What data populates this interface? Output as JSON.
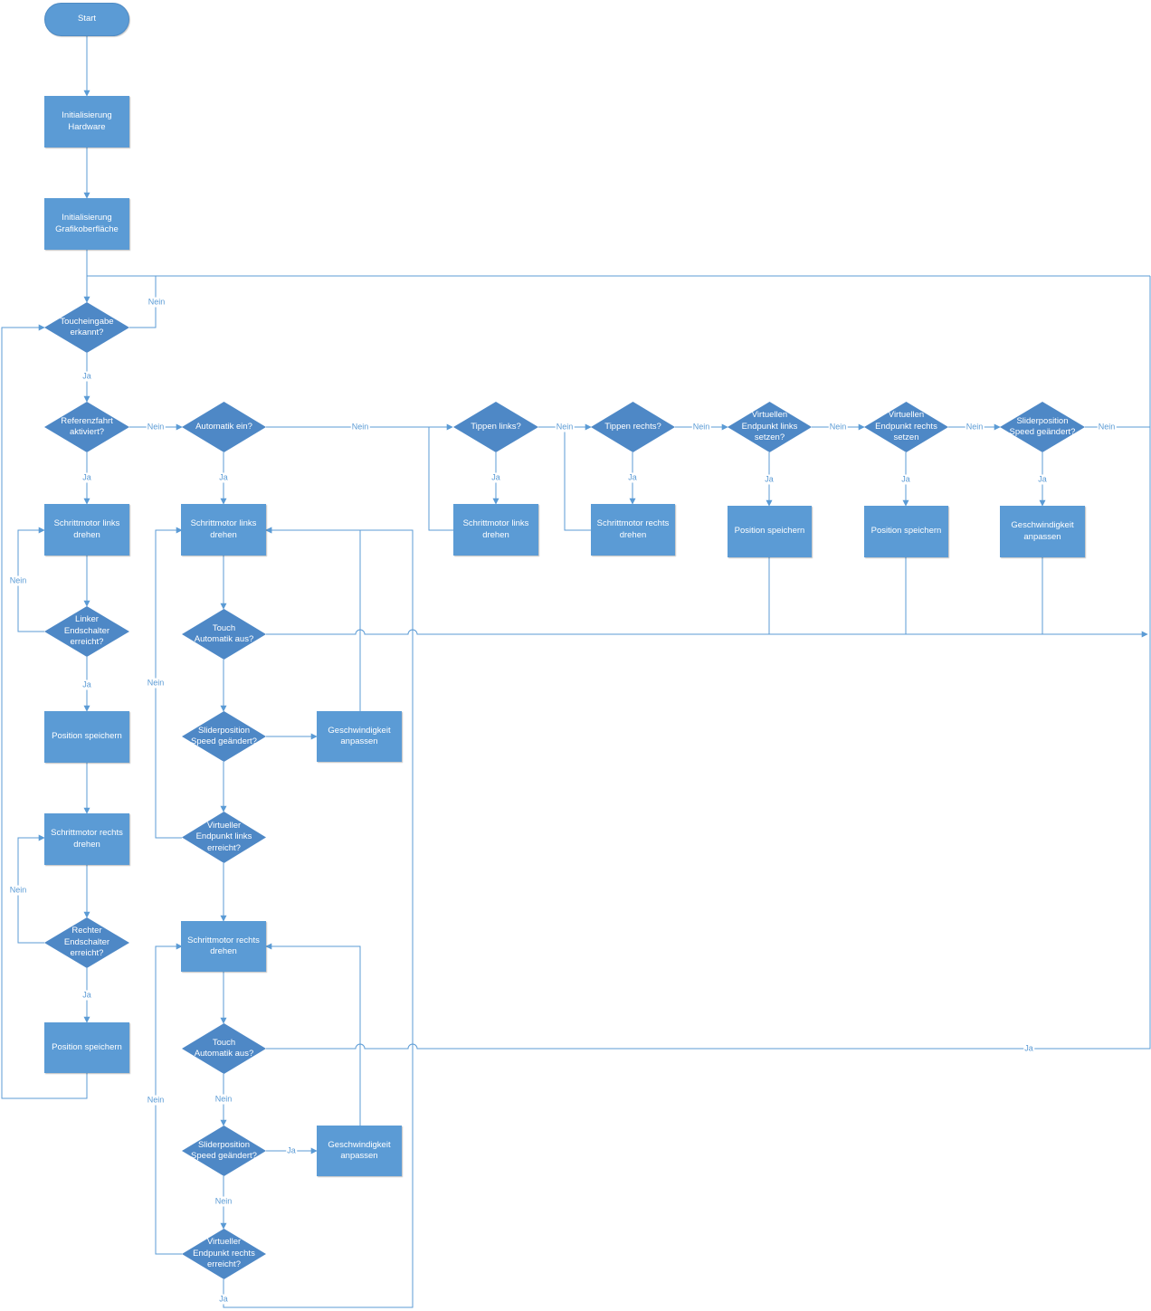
{
  "diagram": {
    "colors": {
      "shape_fill": "#5b9bd5",
      "decision_fill": "#4e88c6",
      "line": "#5b9bd5",
      "text": "#ffffff"
    },
    "nodes": {
      "start": "Start",
      "init_hw": "Initialisierung\nHardware",
      "init_gui": "Initialisierung\nGrafikoberfläche",
      "touch": "Toucheingabe\nerkannt?",
      "ref": "Referenzfahrt\naktiviert?",
      "sml1": "Schrittmotor links\ndrehen",
      "lend": "Linker\nEndschalter\nerreicht?",
      "pos1": "Position speichern",
      "smr1": "Schrittmotor rechts\ndrehen",
      "rend": "Rechter\nEndschalter\nerreicht?",
      "pos2": "Position speichern",
      "auto": "Automatik ein?",
      "sml2": "Schrittmotor links\ndrehen",
      "taus1": "Touch\nAutomatik aus?",
      "slider1": "Sliderposition\nSpeed geändert?",
      "gesch1": "Geschwindigkeit\nanpassen",
      "vel": "Virtueller\nEndpunkt links\nerreicht?",
      "smr2": "Schrittmotor rechts\ndrehen",
      "taus2": "Touch\nAutomatik aus?",
      "slider2": "Sliderposition\nSpeed geändert?",
      "gesch2": "Geschwindigkeit\nanpassen",
      "ver": "Virtueller\nEndpunkt rechts\nerreicht?",
      "tlinks": "Tippen links?",
      "sml3": "Schrittmotor links\ndrehen",
      "trechts": "Tippen rechts?",
      "smr3": "Schrittmotor rechts\ndrehen",
      "vlinks": "Virtuellen\nEndpunkt links\nsetzen?",
      "pos3": "Position speichern",
      "vrechts": "Virtuellen\nEndpunkt rechts\nsetzen",
      "pos4": "Position speichern",
      "slider3": "Sliderposition\nSpeed geändert?",
      "gesch3": "Geschwindigkeit\nanpassen"
    },
    "labels": {
      "touch_nein": "Nein",
      "touch_ja": "Ja",
      "ref_nein": "Nein",
      "ref_ja": "Ja",
      "lend_nein": "Nein",
      "lend_ja": "Ja",
      "rend_nein": "Nein",
      "rend_ja": "Ja",
      "auto_nein": "Nein",
      "auto_ja": "Ja",
      "vel_nein": "Nein",
      "taus2_nein": "Nein",
      "taus2_ja": "Ja",
      "slider2_ja": "Ja",
      "slider2_nein": "Nein",
      "ver_nein": "Nein",
      "ver_ja": "Ja",
      "tlinks_nein": "Nein",
      "tlinks_ja": "Ja",
      "trechts_nein": "Nein",
      "trechts_ja": "Ja",
      "vlinks_nein": "Nein",
      "vlinks_ja": "Ja",
      "vrechts_nein": "Nein",
      "vrechts_ja": "Ja",
      "slider3_nein": "Nein",
      "slider3_ja": "Ja"
    }
  }
}
